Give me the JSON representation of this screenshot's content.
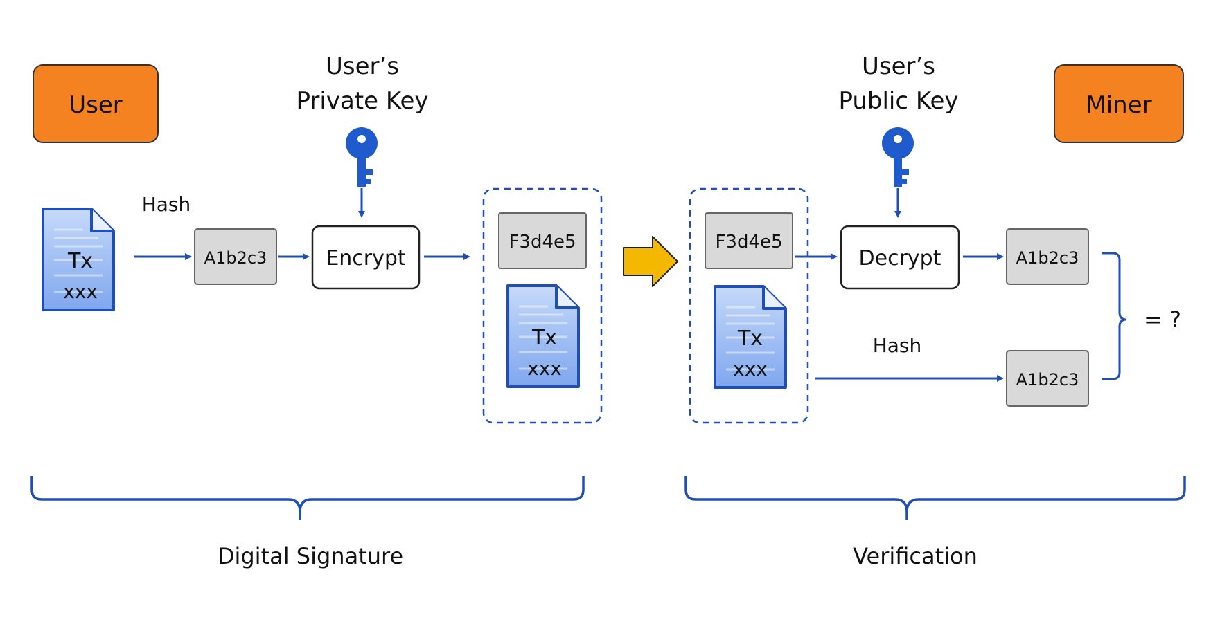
{
  "actors": {
    "user": "User",
    "miner": "Miner"
  },
  "keys": {
    "private": {
      "line1": "User’s",
      "line2": "Private Key",
      "icon": "key-icon"
    },
    "public": {
      "line1": "User’s",
      "line2": "Public Key",
      "icon": "key-icon"
    }
  },
  "signing": {
    "hash_label": "Hash",
    "document": {
      "line1": "Tx",
      "line2": "xxx",
      "icon": "document-icon"
    },
    "hash_value": "A1b2c3",
    "encrypt": "Encrypt",
    "packet": {
      "signature": "F3d4e5",
      "document": {
        "line1": "Tx",
        "line2": "xxx",
        "icon": "document-icon"
      }
    }
  },
  "verification": {
    "packet": {
      "signature": "F3d4e5",
      "document": {
        "line1": "Tx",
        "line2": "xxx",
        "icon": "document-icon"
      }
    },
    "decrypt": "Decrypt",
    "decrypted_hash": "A1b2c3",
    "hash_label": "Hash",
    "computed_hash": "A1b2c3",
    "compare": "= ?"
  },
  "sections": {
    "left": "Digital Signature",
    "right": "Verification"
  },
  "colors": {
    "actor": "#F58220",
    "arrow": "#1F4FB5",
    "key": "#1F5BCC",
    "transfer_arrow": "#F5B800",
    "hash_box": "#D9D9D9",
    "document": "#9DBDF2"
  }
}
